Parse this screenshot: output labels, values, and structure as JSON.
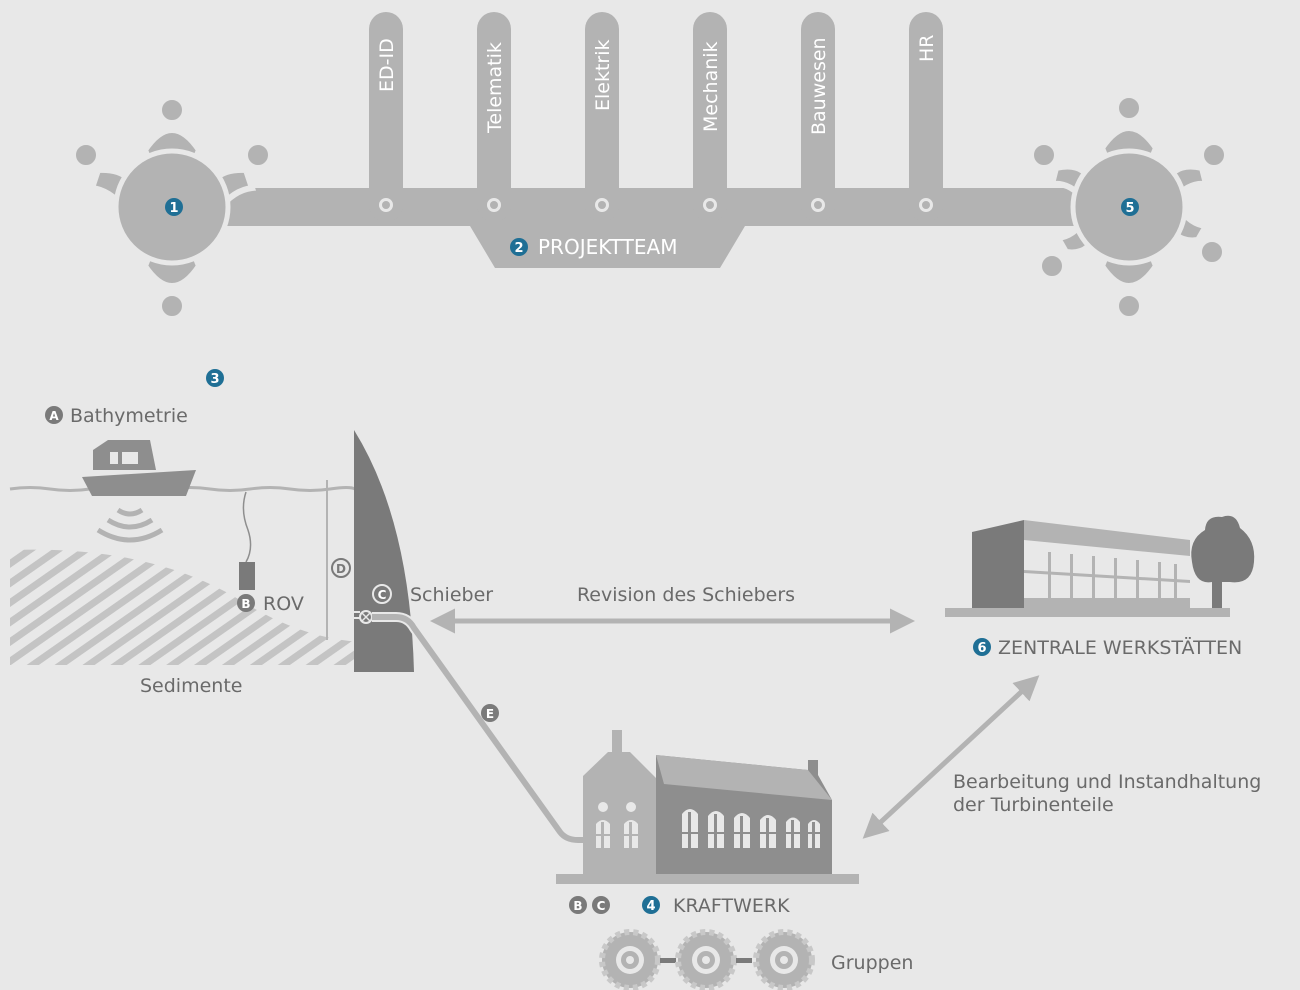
{
  "colors": {
    "background": "#e8e8e8",
    "gray_main": "#b3b3b3",
    "gray_dark": "#7a7a7a",
    "gray_building": "#8e8e8e",
    "blue_accent": "#1f6f95",
    "text": "#6a6a6a"
  },
  "steps": {
    "n1": "1",
    "n2": "2",
    "n3": "3",
    "n4": "4",
    "n5": "5",
    "n6": "6"
  },
  "project_team": {
    "label": "PROJEKTTEAM",
    "departments": [
      "ED-ID",
      "Telematik",
      "Elektrik",
      "Mechanik",
      "Bauwesen",
      "HR"
    ]
  },
  "survey": {
    "bathymetry_letter": "A",
    "bathymetry_label": "Bathymetrie",
    "rov_letter": "B",
    "rov_label": "ROV",
    "sediment_label": "Sedimente",
    "valve_letter": "C",
    "valve_label": "Schieber",
    "d_letter": "D",
    "e_letter": "E"
  },
  "revision_label": "Revision des Schiebers",
  "workshops_label": "ZENTRALE WERKSTÄTTEN",
  "maintenance_label_line1": "Bearbeitung und Instandhaltung",
  "maintenance_label_line2": "der Turbinenteile",
  "power_plant": {
    "letter_b": "B",
    "letter_c": "C",
    "label": "KRAFTWERK",
    "groups_label": "Gruppen"
  }
}
